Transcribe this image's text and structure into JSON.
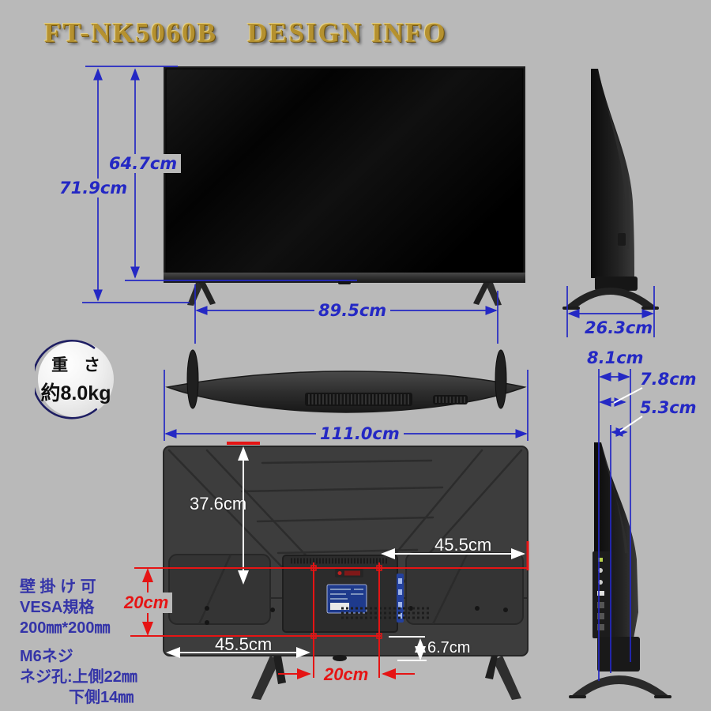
{
  "header": {
    "model": "FT-NK5060B",
    "subtitle": "DESIGN INFO"
  },
  "colors": {
    "background": "#b9b9b9",
    "dimension_blue": "#2428c4",
    "annotation_red": "#e51414",
    "annotation_white": "#ffffff",
    "info_navy": "#3434a8",
    "title_gold": "#b5912f"
  },
  "front_view": {
    "height_total": "71.9cm",
    "height_screen": "64.7cm",
    "stand_width": "89.5cm"
  },
  "side_view": {
    "depth_with_stand": "26.3cm",
    "thickness_top": "8.1cm",
    "thickness_mid": "7.8cm",
    "thickness_panel": "5.3cm"
  },
  "top_view": {
    "width_total": "111.0cm"
  },
  "back_view": {
    "top_to_vesa": "37.6cm",
    "vesa_to_right_edge": "45.5cm",
    "vesa_height": "20cm",
    "left_edge_to_vesa": "45.5cm",
    "vesa_width": "20cm",
    "bottom_strip_height": "6.7cm"
  },
  "weight_badge": {
    "label": "重 さ",
    "value": "約8.0kg"
  },
  "wall_mount_info": {
    "line1": "壁 掛 け 可",
    "line2": "VESA規格",
    "line3": "200㎜*200㎜"
  },
  "screw_info": {
    "line1": "M6ネジ",
    "line2": "ネジ孔:上側22㎜",
    "line3": "下側14㎜"
  }
}
